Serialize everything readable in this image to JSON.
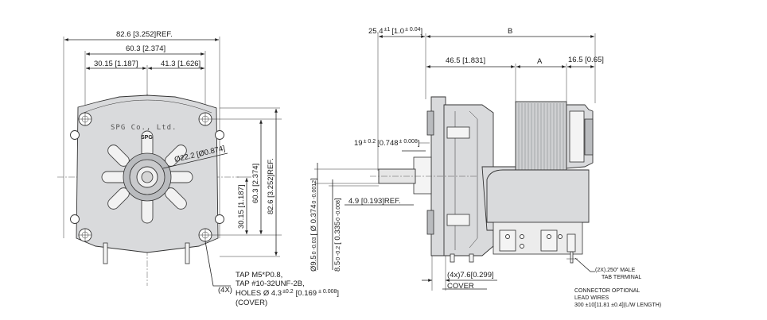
{
  "front_view": {
    "overall_width": "82.6 [3.252]REF.",
    "hole_spacing": "60.3 [2.374]",
    "left_half": "30.15 [1.187]",
    "right_part": "41.3 [1.626]",
    "boss_dia_prefix": "Ø22.2 [Ø0.874]",
    "vertical_overall": "82.6 [3.252]REF.",
    "vertical_hole_spacing": "60.3 [2.374]",
    "vertical_half": "30.15 [1.187]",
    "brand_text": "SPG Co., Ltd.",
    "logo_text": "SPG",
    "hole_qty": "(4X)",
    "hole_note_1": "TAP M5*P0.8,",
    "hole_note_2": "TAP #10-32UNF-2B,",
    "hole_note_3a": "HOLES Ø 4.3",
    "hole_note_3_tol": "±0.2",
    "hole_note_3b": "[0.169",
    "hole_note_3_tol2": "± 0.008",
    "hole_note_3c": "]",
    "hole_note_4": "(COVER)"
  },
  "side_view": {
    "dim_254": "25.4",
    "dim_254_tol": "±1",
    "dim_254_in": "[1.0",
    "dim_254_in_tol": "± 0.04",
    "dim_254_close": "]",
    "dim_B": "B",
    "dim_465": "46.5 [1.831]",
    "dim_A": "A",
    "dim_165": "16.5 [0.65]",
    "dim_19": "19",
    "dim_19_tol": "± 0.2",
    "dim_19_in": "[0.748",
    "dim_19_in_tol": "± 0.008",
    "dim_19_close": "]",
    "dim_49": "4.9 [0.193]REF.",
    "shaft_dia": "Ø9.5",
    "shaft_dia_tol": "0 -0.03",
    "shaft_dia_in": "[ Ø 0.374",
    "shaft_dia_in_tol": "0 -0.0012",
    "shaft_dia_close": "]",
    "flat_dim": "8.5",
    "flat_dim_tol": "0 -0.2",
    "flat_dim_in": "[ 0.335",
    "flat_dim_in_tol": "0 -0.008",
    "flat_dim_close": "]",
    "tab_dim": "(4x)7.6[0.299]",
    "cover_label": "COVER",
    "terminal_note_1": "(2X).250\" MALE",
    "terminal_note_2": "TAB TERMINAL",
    "connector_note_1": "CONNECTOR OPTIONAL",
    "connector_note_2": "LEAD WIRES",
    "connector_note_3": "300 ±10[11.81 ±0.4](L/W LENGTH)"
  }
}
